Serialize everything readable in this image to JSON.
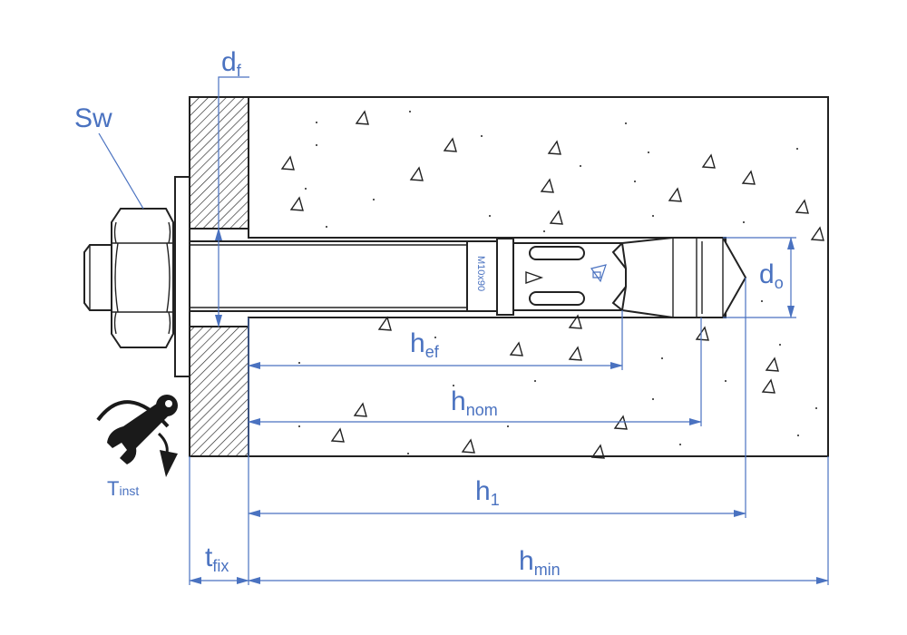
{
  "title": "Anchor installation diagram",
  "labels": {
    "sw": "Sw",
    "df_main": "d",
    "df_sub": "f",
    "do_main": "d",
    "do_sub": "o",
    "hef_main": "h",
    "hef_sub": "ef",
    "hnom_main": "h",
    "hnom_sub": "nom",
    "h1_main": "h",
    "h1_sub": "1",
    "hmin_main": "h",
    "hmin_sub": "min",
    "tfix_main": "t",
    "tfix_sub": "fix",
    "tinst_main": "T",
    "tinst_sub": "inst",
    "anchor_marking": "M10x90"
  },
  "colors": {
    "dimension": "#4a72c0",
    "outline": "#222222"
  }
}
